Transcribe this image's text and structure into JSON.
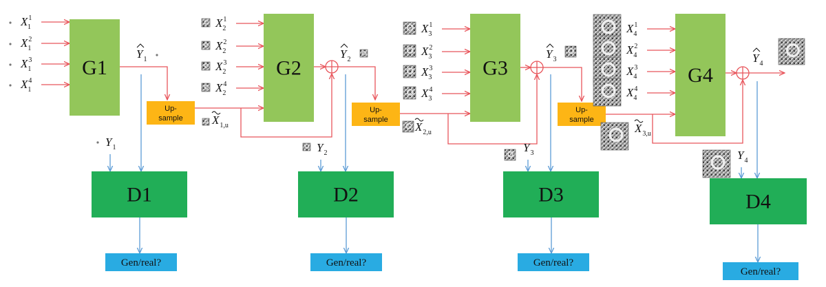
{
  "generators": [
    {
      "label": "G1",
      "color": "#93c65a"
    },
    {
      "label": "G2",
      "color": "#93c65a"
    },
    {
      "label": "G3",
      "color": "#93c65a"
    },
    {
      "label": "G4",
      "color": "#93c65a"
    }
  ],
  "discriminators": [
    {
      "label": "D1",
      "color": "#21ae57"
    },
    {
      "label": "D2",
      "color": "#21ae57"
    },
    {
      "label": "D3",
      "color": "#21ae57"
    },
    {
      "label": "D4",
      "color": "#21ae57"
    }
  ],
  "upsample": {
    "label_line1": "Up-",
    "label_line2": "sample",
    "color": "#fdb515"
  },
  "output": {
    "label": "Gen/real?",
    "color": "#29abe2"
  },
  "colors": {
    "arrow_red": "#e8545a",
    "arrow_blue": "#5b9bd5",
    "text": "#111111"
  },
  "inputs": {
    "stage1": [
      {
        "base": "X",
        "sub": "1",
        "sup": "1"
      },
      {
        "base": "X",
        "sub": "1",
        "sup": "2"
      },
      {
        "base": "X",
        "sub": "1",
        "sup": "3"
      },
      {
        "base": "X",
        "sub": "1",
        "sup": "4"
      }
    ],
    "stage2": [
      {
        "base": "X",
        "sub": "2",
        "sup": "1"
      },
      {
        "base": "X",
        "sub": "2",
        "sup": "2"
      },
      {
        "base": "X",
        "sub": "2",
        "sup": "3"
      },
      {
        "base": "X",
        "sub": "2",
        "sup": "4"
      }
    ],
    "stage3": [
      {
        "base": "X",
        "sub": "3",
        "sup": "1"
      },
      {
        "base": "X",
        "sub": "3",
        "sup": "2"
      },
      {
        "base": "X",
        "sub": "3",
        "sup": "3"
      },
      {
        "base": "X",
        "sub": "3",
        "sup": "4"
      }
    ],
    "stage4": [
      {
        "base": "X",
        "sub": "4",
        "sup": "1"
      },
      {
        "base": "X",
        "sub": "4",
        "sup": "2"
      },
      {
        "base": "X",
        "sub": "4",
        "sup": "3"
      },
      {
        "base": "X",
        "sub": "4",
        "sup": "4"
      }
    ]
  },
  "generated_outputs": [
    {
      "base": "Y",
      "sub": "1"
    },
    {
      "base": "Y",
      "sub": "2"
    },
    {
      "base": "Y",
      "sub": "3"
    },
    {
      "base": "Y",
      "sub": "4"
    }
  ],
  "real_targets": [
    {
      "base": "Y",
      "sub": "1"
    },
    {
      "base": "Y",
      "sub": "2"
    },
    {
      "base": "Y",
      "sub": "3"
    },
    {
      "base": "Y",
      "sub": "4"
    }
  ],
  "upsampled": [
    {
      "base": "X",
      "sub": "1,u"
    },
    {
      "base": "X",
      "sub": "2,u"
    },
    {
      "base": "X",
      "sub": "3,u"
    }
  ],
  "icons": {
    "sum": "circle-plus-icon",
    "patch": "image-patch-icon"
  }
}
